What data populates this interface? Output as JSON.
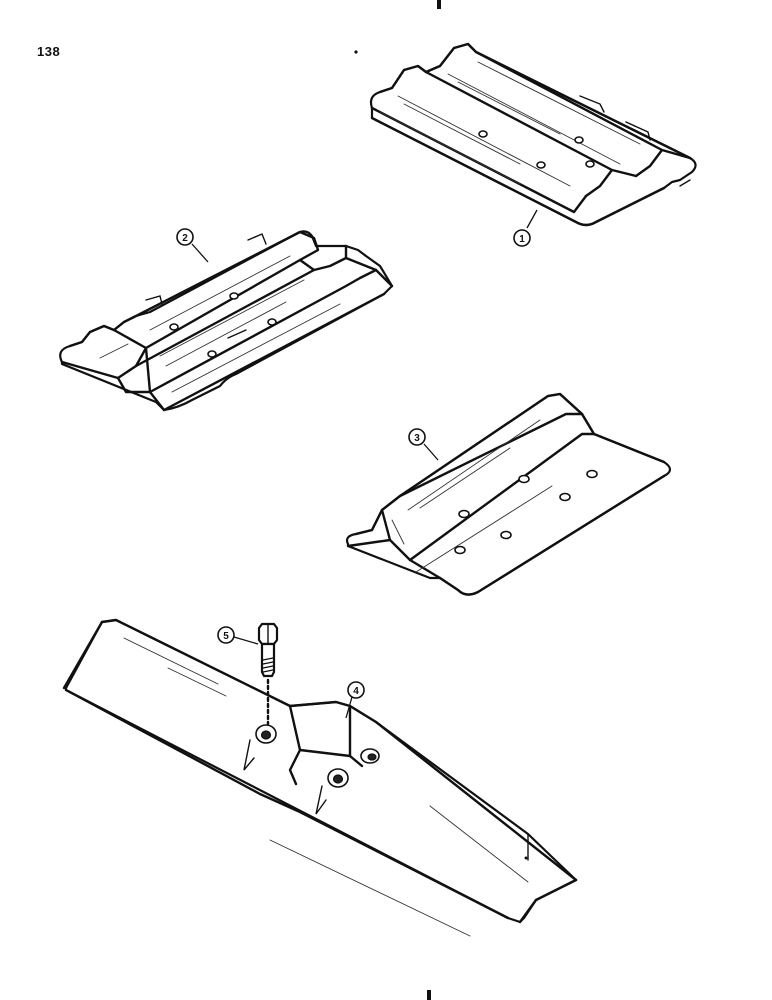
{
  "page_number": "138",
  "callouts": [
    {
      "label": "1"
    },
    {
      "label": "2"
    },
    {
      "label": "3"
    },
    {
      "label": "4"
    },
    {
      "label": "5"
    }
  ]
}
